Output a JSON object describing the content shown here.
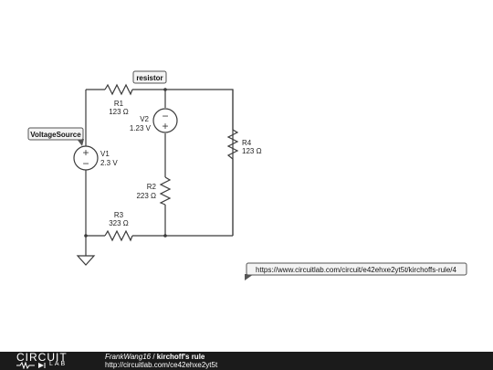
{
  "diagram": {
    "components": {
      "R1": {
        "name": "R1",
        "value": "123 Ω"
      },
      "R2": {
        "name": "R2",
        "value": "223 Ω"
      },
      "R3": {
        "name": "R3",
        "value": "323 Ω"
      },
      "R4": {
        "name": "R4",
        "value": "123 Ω"
      },
      "V1": {
        "name": "V1",
        "value": "2.3 V"
      },
      "V2": {
        "name": "V2",
        "value": "1.23 V"
      }
    },
    "callouts": {
      "resistor": "resistor",
      "voltage_source": "VoltageSource",
      "url": "https://www.circuitlab.com/circuit/e42ehxe2yt5t/kirchoffs-rule/4"
    },
    "signs": {
      "plus": "+",
      "minus": "−"
    }
  },
  "footer": {
    "logo_top": "CIRCUIT",
    "logo_bottom": "LAB",
    "author": "FrankWang16",
    "separator": " / ",
    "title": "kirchoff's rule",
    "url": "http://circuitlab.com/ce42ehxe2yt5t"
  }
}
